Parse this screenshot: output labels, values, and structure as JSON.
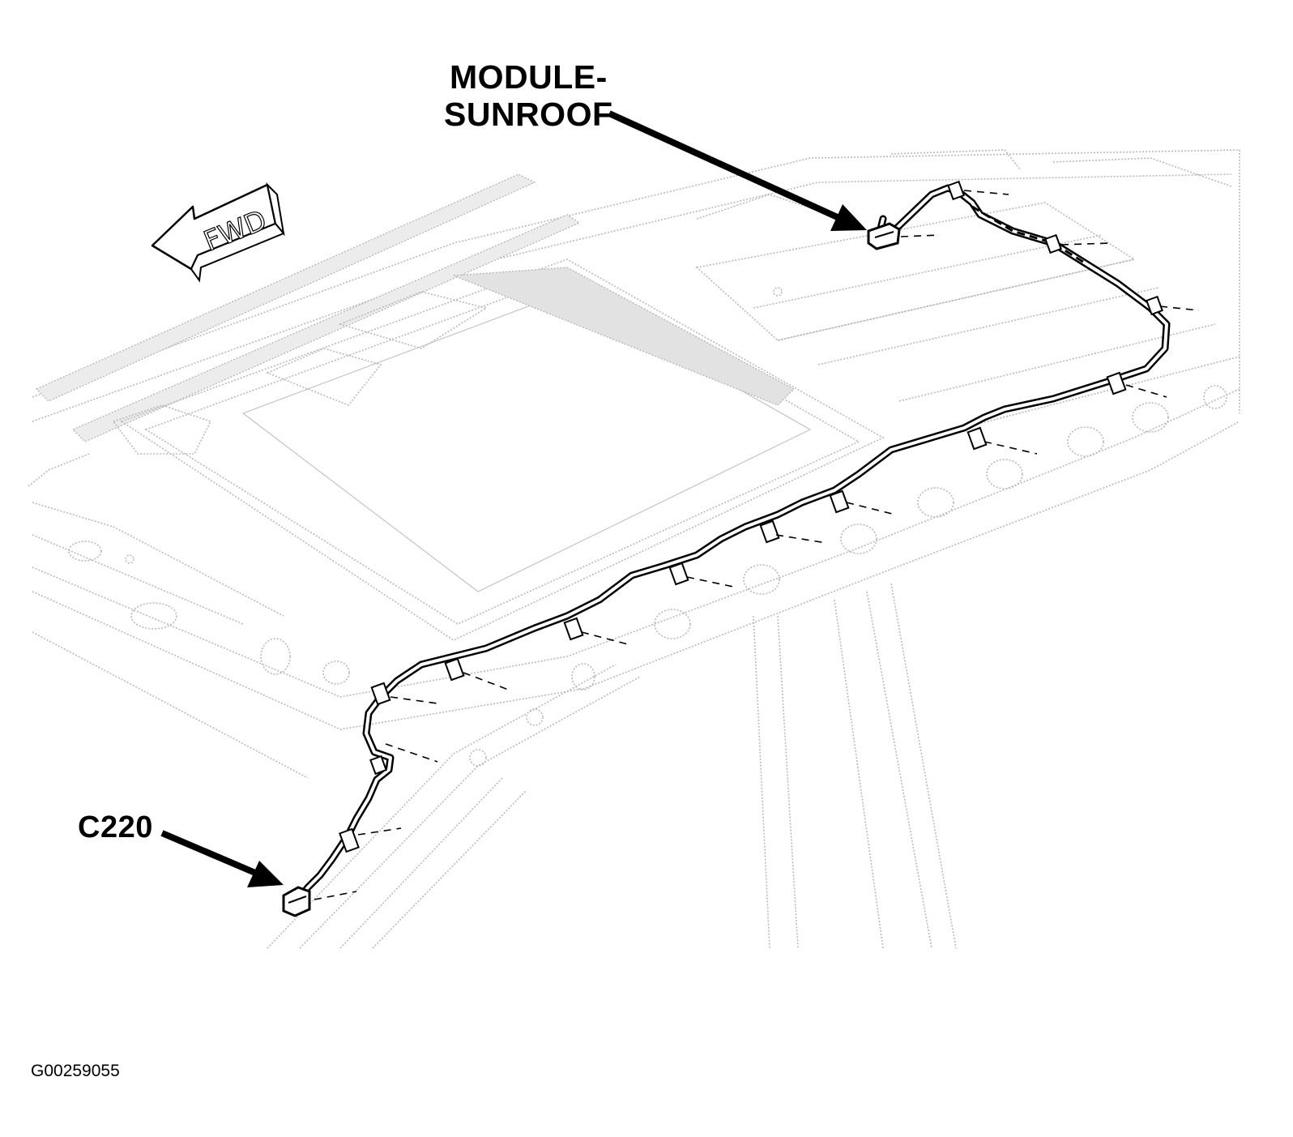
{
  "labels": {
    "module_line1": "MODULE-",
    "module_line2": "SUNROOF",
    "connector": "C220",
    "fwd": "FWD"
  },
  "figure_id": "G00259055",
  "colors": {
    "ink": "#000000",
    "ghost_outline": "#b9b9b9",
    "background": "#ffffff"
  }
}
